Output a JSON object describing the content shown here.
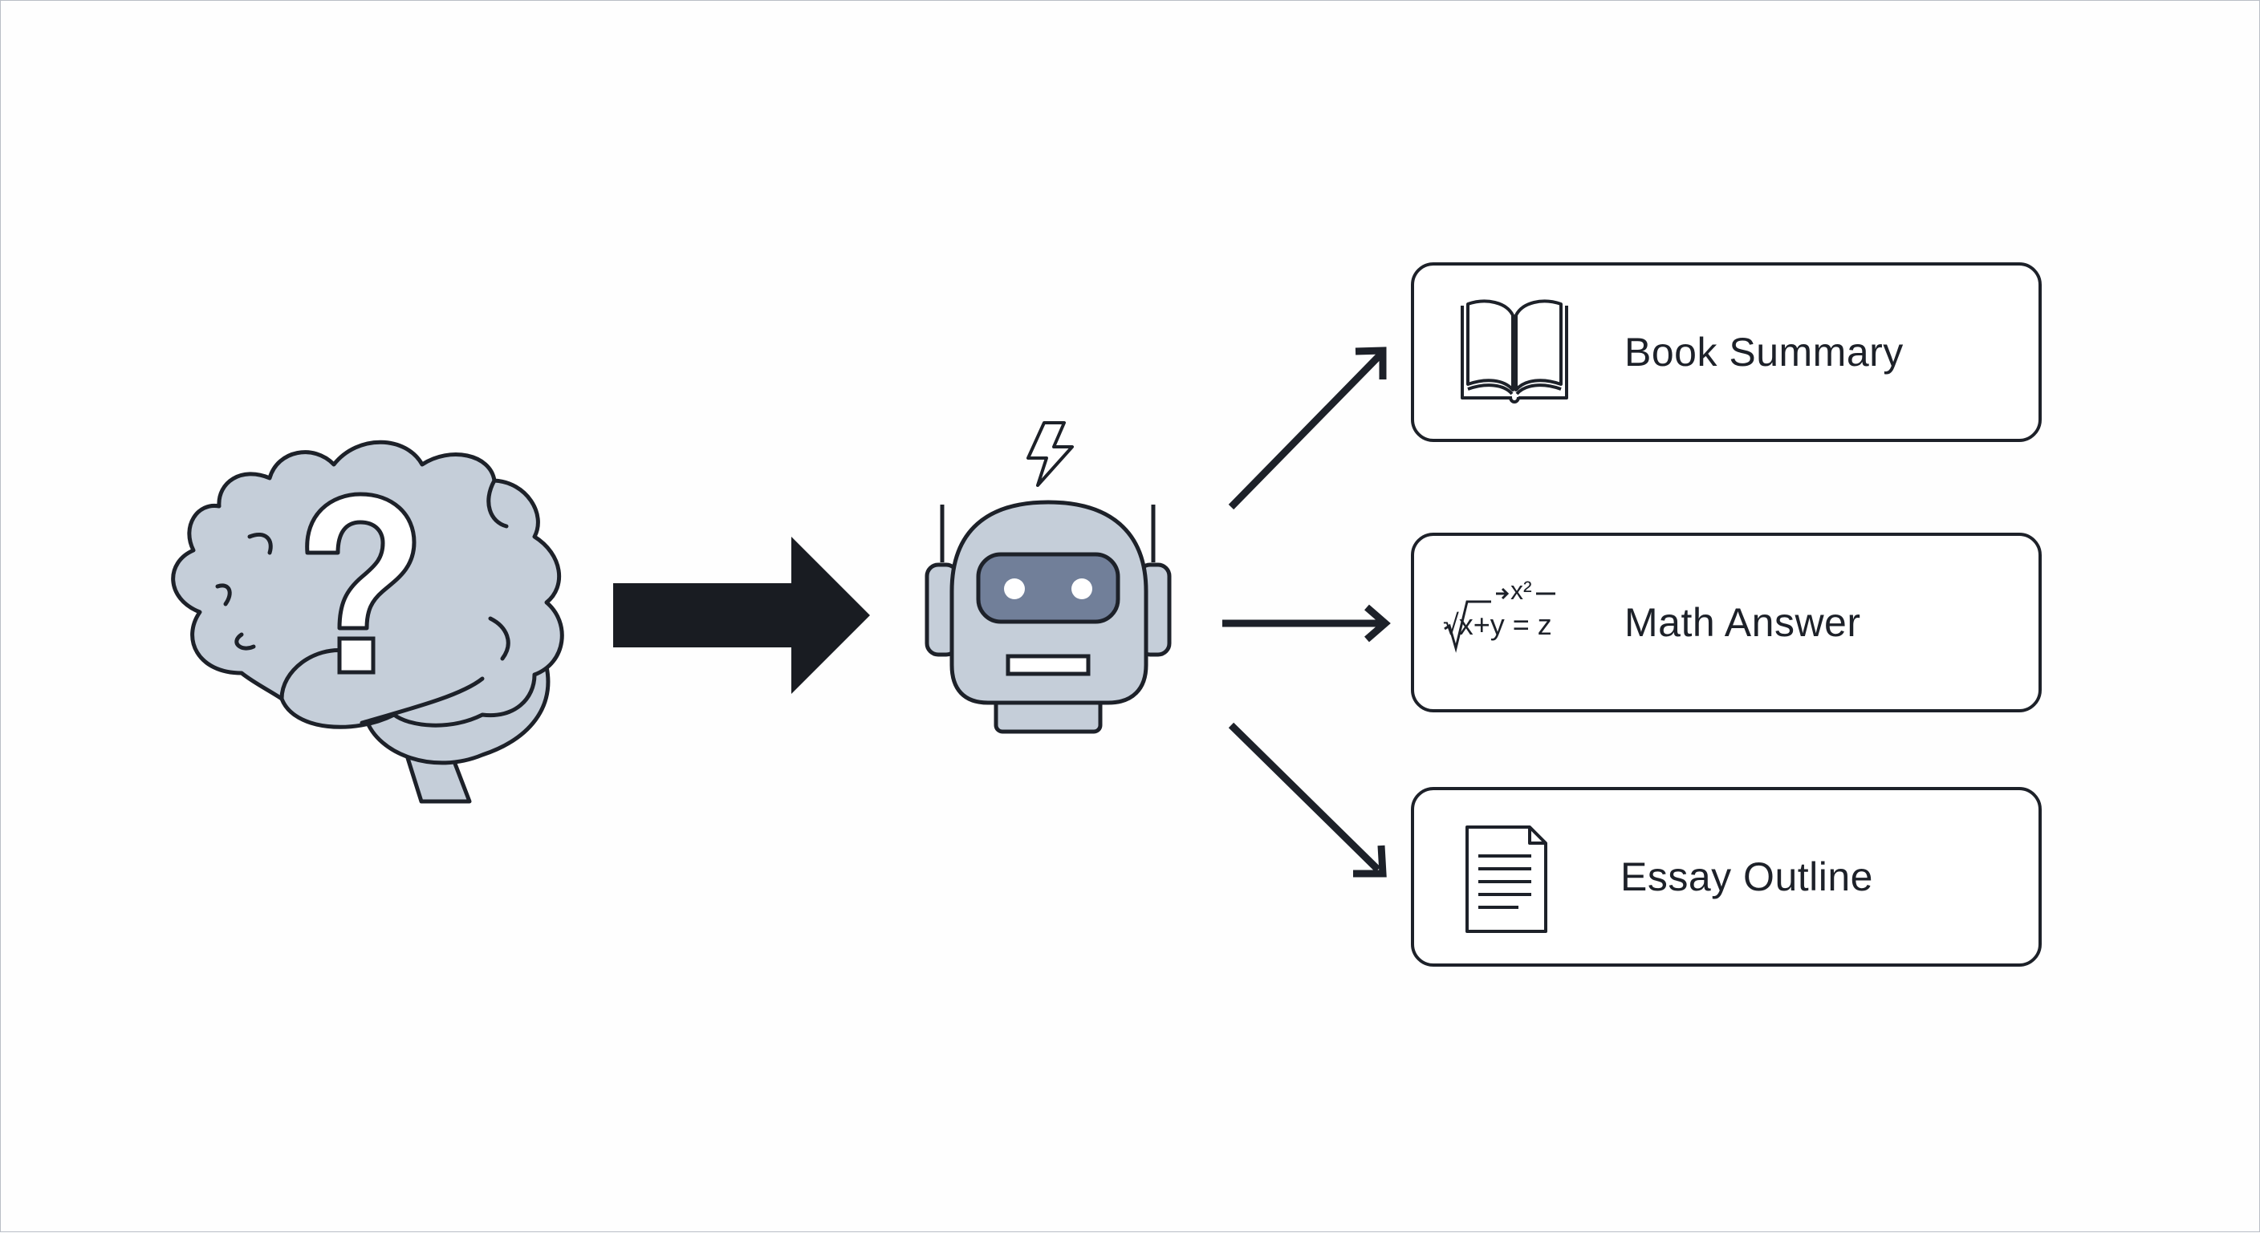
{
  "input": {
    "icon": "brain-question-icon"
  },
  "processor": {
    "icon": "robot-icon"
  },
  "outputs": [
    {
      "label": "Book Summary",
      "icon": "open-book-icon"
    },
    {
      "label": "Math Answer",
      "icon": "math-formula-icon",
      "formula_top": "x²",
      "formula_main": "√x+y = z"
    },
    {
      "label": "Essay Outline",
      "icon": "document-icon"
    }
  ],
  "colors": {
    "stroke": "#1d2129",
    "fill": "#c5ced9",
    "visor": "#717f99",
    "accent_dark": "#191c22"
  }
}
